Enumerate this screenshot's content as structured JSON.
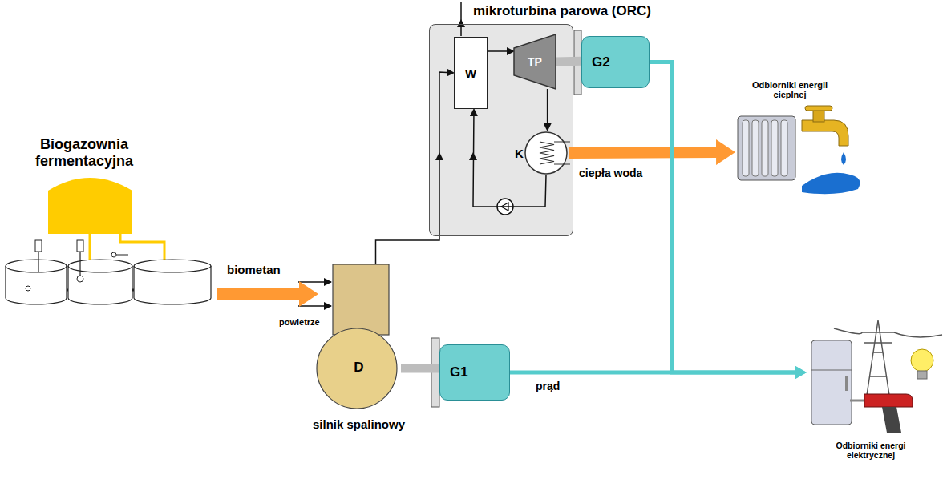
{
  "diagram": {
    "nodes": [
      {
        "text": [
          "Biogazownia fermentacyjna"
        ]
      },
      {
        "text": [
          "mikroturbina parowa (ORC)"
        ]
      },
      {
        "text": [
          "W"
        ],
        "in": 1
      },
      {
        "text": [
          "TP"
        ],
        "in": 1
      },
      {
        "text": [
          "G2"
        ]
      },
      {
        "text": [
          "K"
        ],
        "in": 1
      },
      {
        "text": [
          "Odbiorniki energii cieplnej"
        ]
      },
      {
        "text": [
          "D",
          "silnik spalinowy"
        ]
      },
      {
        "text": [
          "G1"
        ]
      },
      {
        "text": [
          "Odbiorniki energi elektrycznej"
        ]
      }
    ],
    "edges": [
      {
        "from": 0,
        "to": 7,
        "label": "biometan",
        "arrow": "to"
      },
      {
        "from": 7,
        "to": 2,
        "arrow": "to"
      },
      {
        "from": 2,
        "to": 3,
        "arrow": "to"
      },
      {
        "from": 3,
        "to": 5,
        "arrow": "to"
      },
      {
        "from": 5,
        "to": 2,
        "arrow": "to"
      },
      {
        "from": 3,
        "to": 4,
        "arrow": "none"
      },
      {
        "from": 5,
        "to": 6,
        "label": "ciepła woda",
        "arrow": "to"
      },
      {
        "from": 7,
        "to": 8,
        "arrow": "none"
      },
      {
        "from": 8,
        "to": 9,
        "label": "prąd",
        "arrow": "to"
      },
      {
        "from": 4,
        "to": 9,
        "arrow": "to"
      }
    ],
    "labels": [
      "powietrze"
    ]
  }
}
